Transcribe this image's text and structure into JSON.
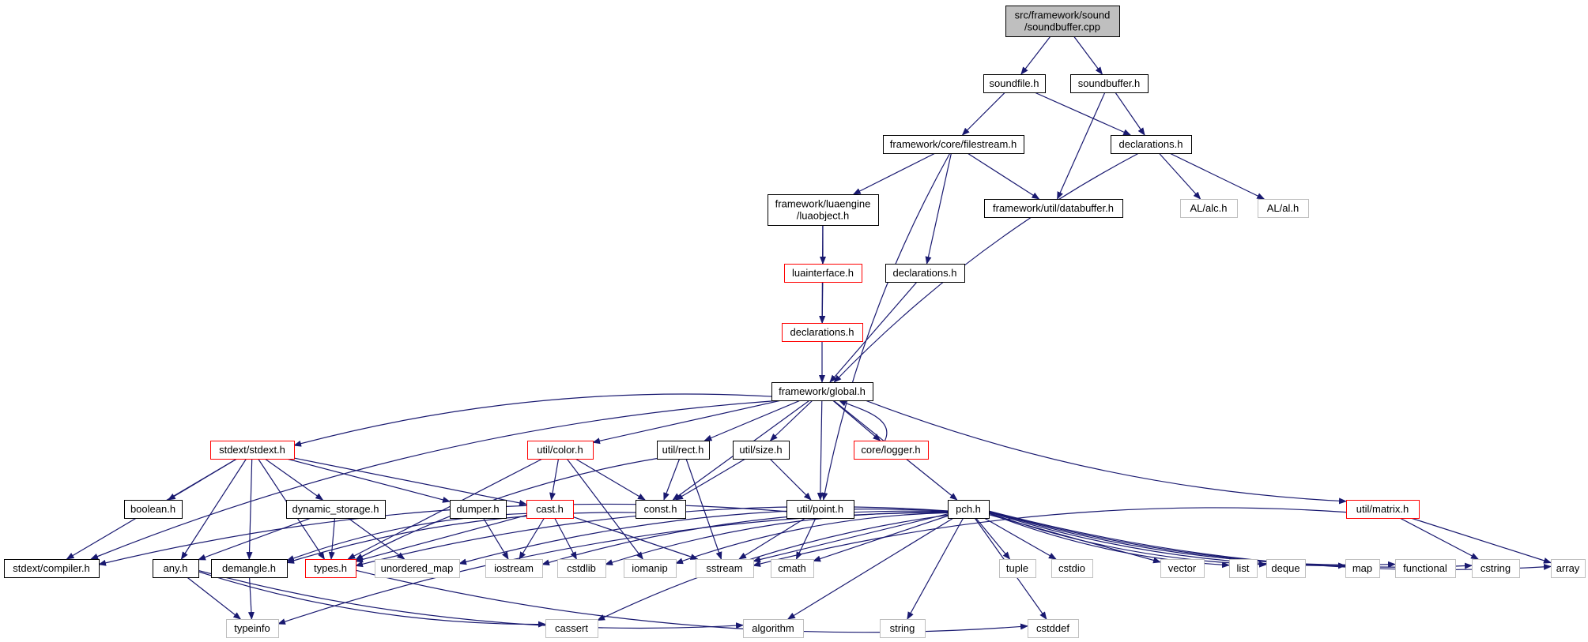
{
  "diagram": {
    "type": "include-dependency-graph",
    "colors": {
      "edge": "#191970",
      "root_fill": "#bfbfbf",
      "normal_border": "#000000",
      "truncated_border": "#ff0000",
      "external_border": "#bfbfbf",
      "external_text": "#000000"
    },
    "nodes": [
      {
        "id": "root",
        "label": "src/framework/sound\n/soundbuffer.cpp",
        "kind": "root"
      },
      {
        "id": "soundfile",
        "label": "soundfile.h",
        "kind": "normal"
      },
      {
        "id": "soundbuffer_h",
        "label": "soundbuffer.h",
        "kind": "normal"
      },
      {
        "id": "filestream",
        "label": "framework/core/filestream.h",
        "kind": "normal"
      },
      {
        "id": "decl1",
        "label": "declarations.h",
        "kind": "normal"
      },
      {
        "id": "luaobject",
        "label": "framework/luaengine\n/luaobject.h",
        "kind": "normal"
      },
      {
        "id": "databuffer",
        "label": "framework/util/databuffer.h",
        "kind": "normal"
      },
      {
        "id": "alc",
        "label": "AL/alc.h",
        "kind": "external"
      },
      {
        "id": "al",
        "label": "AL/al.h",
        "kind": "external"
      },
      {
        "id": "luainterface",
        "label": "luainterface.h",
        "kind": "truncated"
      },
      {
        "id": "decl2",
        "label": "declarations.h",
        "kind": "normal"
      },
      {
        "id": "decl3",
        "label": "declarations.h",
        "kind": "truncated"
      },
      {
        "id": "global",
        "label": "framework/global.h",
        "kind": "normal"
      },
      {
        "id": "stdext",
        "label": "stdext/stdext.h",
        "kind": "truncated"
      },
      {
        "id": "color",
        "label": "util/color.h",
        "kind": "truncated"
      },
      {
        "id": "rect",
        "label": "util/rect.h",
        "kind": "normal"
      },
      {
        "id": "size",
        "label": "util/size.h",
        "kind": "normal"
      },
      {
        "id": "logger",
        "label": "core/logger.h",
        "kind": "truncated"
      },
      {
        "id": "matrix",
        "label": "util/matrix.h",
        "kind": "truncated"
      },
      {
        "id": "boolean",
        "label": "boolean.h",
        "kind": "normal"
      },
      {
        "id": "dynstorage",
        "label": "dynamic_storage.h",
        "kind": "normal"
      },
      {
        "id": "dumper",
        "label": "dumper.h",
        "kind": "normal"
      },
      {
        "id": "cast",
        "label": "cast.h",
        "kind": "truncated"
      },
      {
        "id": "consth",
        "label": "const.h",
        "kind": "normal"
      },
      {
        "id": "point",
        "label": "util/point.h",
        "kind": "normal"
      },
      {
        "id": "pch",
        "label": "pch.h",
        "kind": "normal"
      },
      {
        "id": "compiler",
        "label": "stdext/compiler.h",
        "kind": "normal"
      },
      {
        "id": "any",
        "label": "any.h",
        "kind": "normal"
      },
      {
        "id": "demangle",
        "label": "demangle.h",
        "kind": "normal"
      },
      {
        "id": "types",
        "label": "types.h",
        "kind": "truncated"
      },
      {
        "id": "unordered_map",
        "label": "unordered_map",
        "kind": "external"
      },
      {
        "id": "iostream",
        "label": "iostream",
        "kind": "external"
      },
      {
        "id": "cstdlib",
        "label": "cstdlib",
        "kind": "external"
      },
      {
        "id": "iomanip",
        "label": "iomanip",
        "kind": "external"
      },
      {
        "id": "sstream",
        "label": "sstream",
        "kind": "external"
      },
      {
        "id": "cmath",
        "label": "cmath",
        "kind": "external"
      },
      {
        "id": "tuple",
        "label": "tuple",
        "kind": "external"
      },
      {
        "id": "cstdio",
        "label": "cstdio",
        "kind": "external"
      },
      {
        "id": "vector",
        "label": "vector",
        "kind": "external"
      },
      {
        "id": "list",
        "label": "list",
        "kind": "external"
      },
      {
        "id": "deque",
        "label": "deque",
        "kind": "external"
      },
      {
        "id": "map",
        "label": "map",
        "kind": "external"
      },
      {
        "id": "functional",
        "label": "functional",
        "kind": "external"
      },
      {
        "id": "cstring",
        "label": "cstring",
        "kind": "external"
      },
      {
        "id": "array",
        "label": "array",
        "kind": "external"
      },
      {
        "id": "typeinfo",
        "label": "typeinfo",
        "kind": "external"
      },
      {
        "id": "cassert",
        "label": "cassert",
        "kind": "external"
      },
      {
        "id": "algorithm",
        "label": "algorithm",
        "kind": "external"
      },
      {
        "id": "string",
        "label": "string",
        "kind": "external"
      },
      {
        "id": "cstddef",
        "label": "cstddef",
        "kind": "external"
      }
    ],
    "edges": [
      [
        "root",
        "soundfile"
      ],
      [
        "root",
        "soundbuffer_h"
      ],
      [
        "soundfile",
        "filestream"
      ],
      [
        "soundfile",
        "decl1"
      ],
      [
        "soundbuffer_h",
        "decl1"
      ],
      [
        "soundbuffer_h",
        "databuffer"
      ],
      [
        "decl1",
        "alc"
      ],
      [
        "decl1",
        "al"
      ],
      [
        "decl1",
        "global"
      ],
      [
        "filestream",
        "luaobject"
      ],
      [
        "filestream",
        "databuffer"
      ],
      [
        "filestream",
        "decl2"
      ],
      [
        "filestream",
        "point"
      ],
      [
        "luaobject",
        "luainterface"
      ],
      [
        "luaobject",
        "decl3"
      ],
      [
        "luainterface",
        "decl3"
      ],
      [
        "decl3",
        "global"
      ],
      [
        "decl2",
        "global"
      ],
      [
        "global",
        "compiler"
      ],
      [
        "global",
        "stdext"
      ],
      [
        "global",
        "color"
      ],
      [
        "global",
        "rect"
      ],
      [
        "global",
        "size"
      ],
      [
        "global",
        "logger"
      ],
      [
        "global",
        "consth"
      ],
      [
        "global",
        "point"
      ],
      [
        "global",
        "pch"
      ],
      [
        "global",
        "matrix"
      ],
      [
        "logger",
        "global"
      ],
      [
        "stdext",
        "compiler"
      ],
      [
        "stdext",
        "boolean"
      ],
      [
        "stdext",
        "dynstorage"
      ],
      [
        "stdext",
        "dumper"
      ],
      [
        "stdext",
        "cast"
      ],
      [
        "stdext",
        "any"
      ],
      [
        "stdext",
        "demangle"
      ],
      [
        "stdext",
        "types"
      ],
      [
        "dynstorage",
        "any"
      ],
      [
        "dynstorage",
        "types"
      ],
      [
        "dynstorage",
        "unordered_map"
      ],
      [
        "dumper",
        "iostream"
      ],
      [
        "cast",
        "demangle"
      ],
      [
        "cast",
        "types"
      ],
      [
        "cast",
        "iostream"
      ],
      [
        "cast",
        "cstdlib"
      ],
      [
        "cast",
        "sstream"
      ],
      [
        "color",
        "cast"
      ],
      [
        "color",
        "consth"
      ],
      [
        "color",
        "types"
      ],
      [
        "color",
        "iomanip"
      ],
      [
        "rect",
        "consth"
      ],
      [
        "rect",
        "types"
      ],
      [
        "rect",
        "sstream"
      ],
      [
        "size",
        "consth"
      ],
      [
        "size",
        "point"
      ],
      [
        "consth",
        "demangle"
      ],
      [
        "point",
        "compiler"
      ],
      [
        "point",
        "sstream"
      ],
      [
        "point",
        "cmath"
      ],
      [
        "pch",
        "types"
      ],
      [
        "pch",
        "unordered_map"
      ],
      [
        "pch",
        "iostream"
      ],
      [
        "pch",
        "cstdlib"
      ],
      [
        "pch",
        "iomanip"
      ],
      [
        "pch",
        "sstream"
      ],
      [
        "pch",
        "cmath"
      ],
      [
        "pch",
        "tuple"
      ],
      [
        "pch",
        "cstdio"
      ],
      [
        "pch",
        "vector"
      ],
      [
        "pch",
        "list"
      ],
      [
        "pch",
        "deque"
      ],
      [
        "pch",
        "map"
      ],
      [
        "pch",
        "functional"
      ],
      [
        "pch",
        "cstring"
      ],
      [
        "pch",
        "array"
      ],
      [
        "pch",
        "typeinfo"
      ],
      [
        "pch",
        "cassert"
      ],
      [
        "pch",
        "algorithm"
      ],
      [
        "pch",
        "string"
      ],
      [
        "pch",
        "cstddef"
      ],
      [
        "matrix",
        "sstream"
      ],
      [
        "matrix",
        "cstring"
      ],
      [
        "matrix",
        "array"
      ],
      [
        "any",
        "typeinfo"
      ],
      [
        "any",
        "cassert"
      ],
      [
        "any",
        "algorithm"
      ],
      [
        "demangle",
        "typeinfo"
      ],
      [
        "types",
        "cstddef"
      ]
    ]
  }
}
